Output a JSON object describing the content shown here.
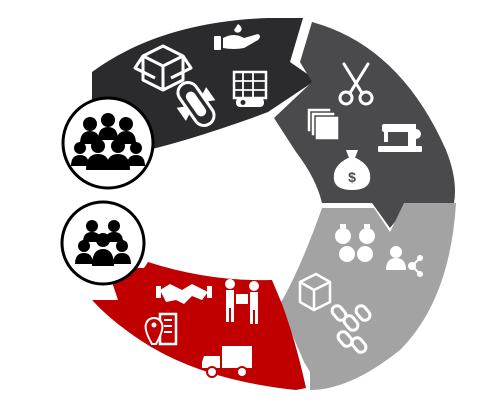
{
  "segments": [
    {
      "id": "sourcing",
      "color": "#2b2b2e",
      "icons": [
        "box-icon",
        "hand-giving-icon",
        "sanitary-pad-icon",
        "fabric-roll-icon"
      ]
    },
    {
      "id": "production",
      "color": "#4a4a4c",
      "icons": [
        "scissors-icon",
        "cloth-stack-icon",
        "sewing-machine-icon",
        "money-bag-icon"
      ]
    },
    {
      "id": "scaling",
      "color": "#a3a3a3",
      "icons": [
        "money-bags-icon",
        "network-people-icon",
        "package-icon",
        "chain-links-icon"
      ]
    },
    {
      "id": "distribution",
      "color": "#c00000",
      "icons": [
        "handshake-icon",
        "delivery-person-icon",
        "location-building-icon",
        "delivery-truck-icon"
      ]
    }
  ],
  "groups": [
    {
      "id": "large-community",
      "icon": "people-group-icon"
    },
    {
      "id": "small-community",
      "icon": "people-group-icon"
    }
  ]
}
